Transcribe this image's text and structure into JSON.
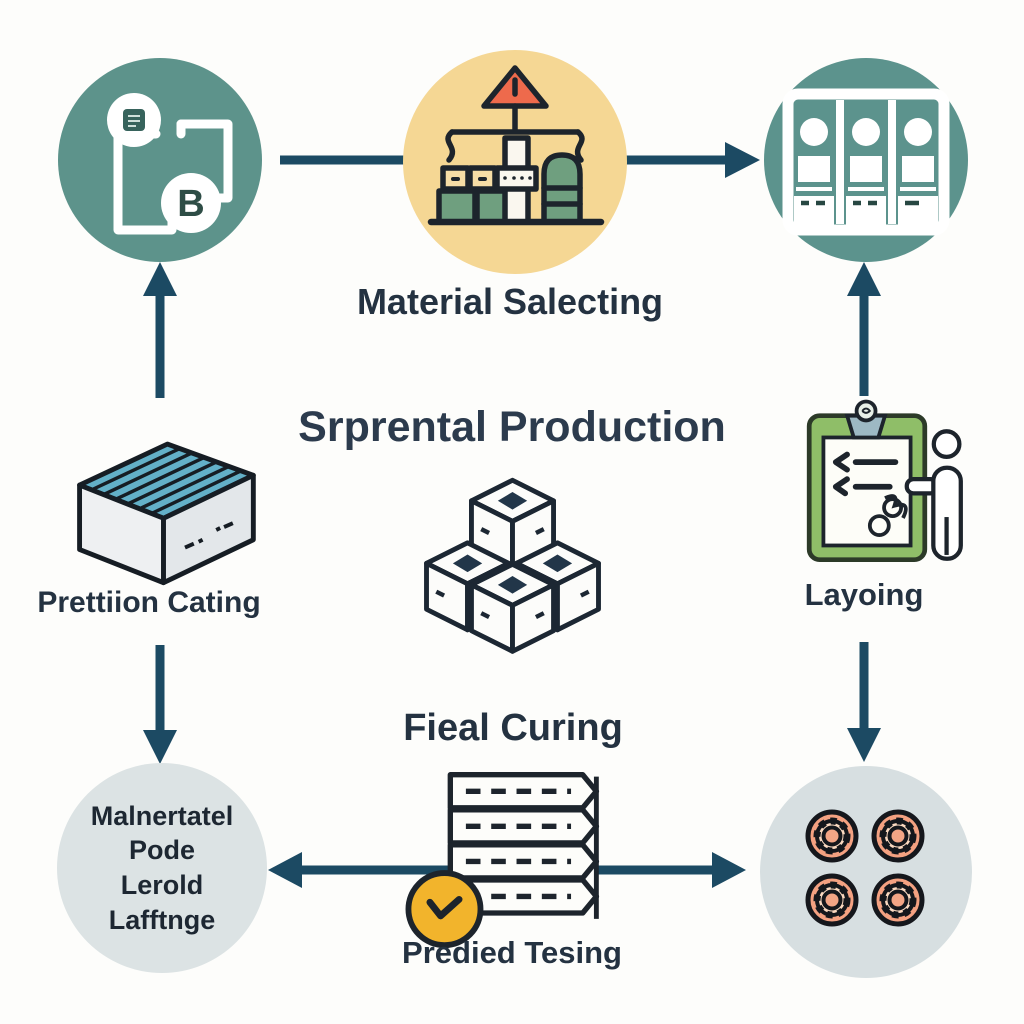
{
  "title": "Srprental Production",
  "labels": {
    "material_selecting": "Material Salecting",
    "precision_cutting": "Prettiion Cating",
    "laying": "Layoing",
    "final_curing": "Fieal Curing",
    "predicted_testing": "Predied Tesing"
  },
  "bottom_left_circle": {
    "lines": [
      "Malnertatel",
      "Pode",
      "Lerold",
      "Lafftnge"
    ]
  },
  "badges": {
    "top_left": "B"
  },
  "icons": {
    "top_left": "process-flow-icon",
    "top_center": "factory-warning-icon",
    "top_right": "storage-cabinet-icon",
    "mid_left": "stacked-sheets-icon",
    "mid_right": "clipboard-inspector-icon",
    "center": "packed-boxes-icon",
    "bottom_center": "pallet-stack-check-icon",
    "bottom_right": "bearings-icon"
  },
  "colors": {
    "arrow": "#1c4a63",
    "teal_circle": "#5d938b",
    "sand_circle": "#f5d794",
    "light_circle": "#dce3e4",
    "text": "#243241",
    "accent_red": "#ee6a4c",
    "accent_green": "#6f9f7f",
    "accent_yellow": "#f2b42c",
    "accent_salmon": "#f4a181",
    "accent_blue": "#63b0c8",
    "clipboard_green": "#8fbe68"
  }
}
